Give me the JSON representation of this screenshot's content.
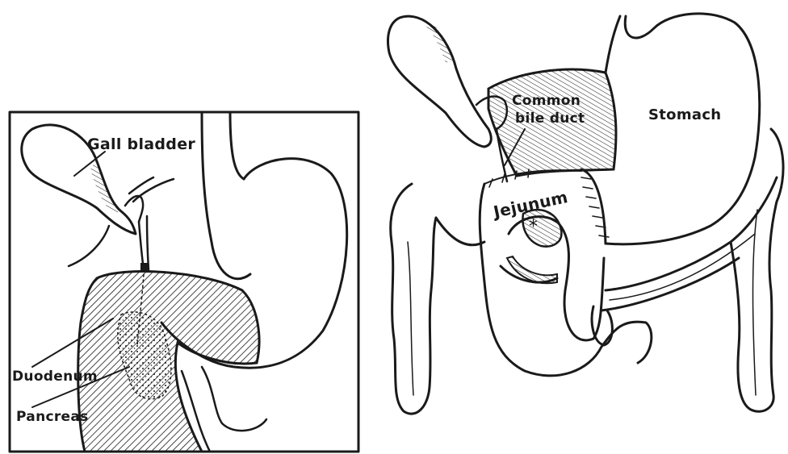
{
  "left_panel": {
    "labels": {
      "gall_bladder": "Gall bladder",
      "duodenum": "Duodenum",
      "pancreas": "Pancreas"
    }
  },
  "right_panel": {
    "labels": {
      "common_bile_duct_line1": "Common",
      "common_bile_duct_line2": "bile duct",
      "stomach": "Stomach",
      "jejunum": "Jejunum"
    }
  },
  "colors": {
    "ink": "#1a1a1a",
    "background": "#ffffff"
  }
}
